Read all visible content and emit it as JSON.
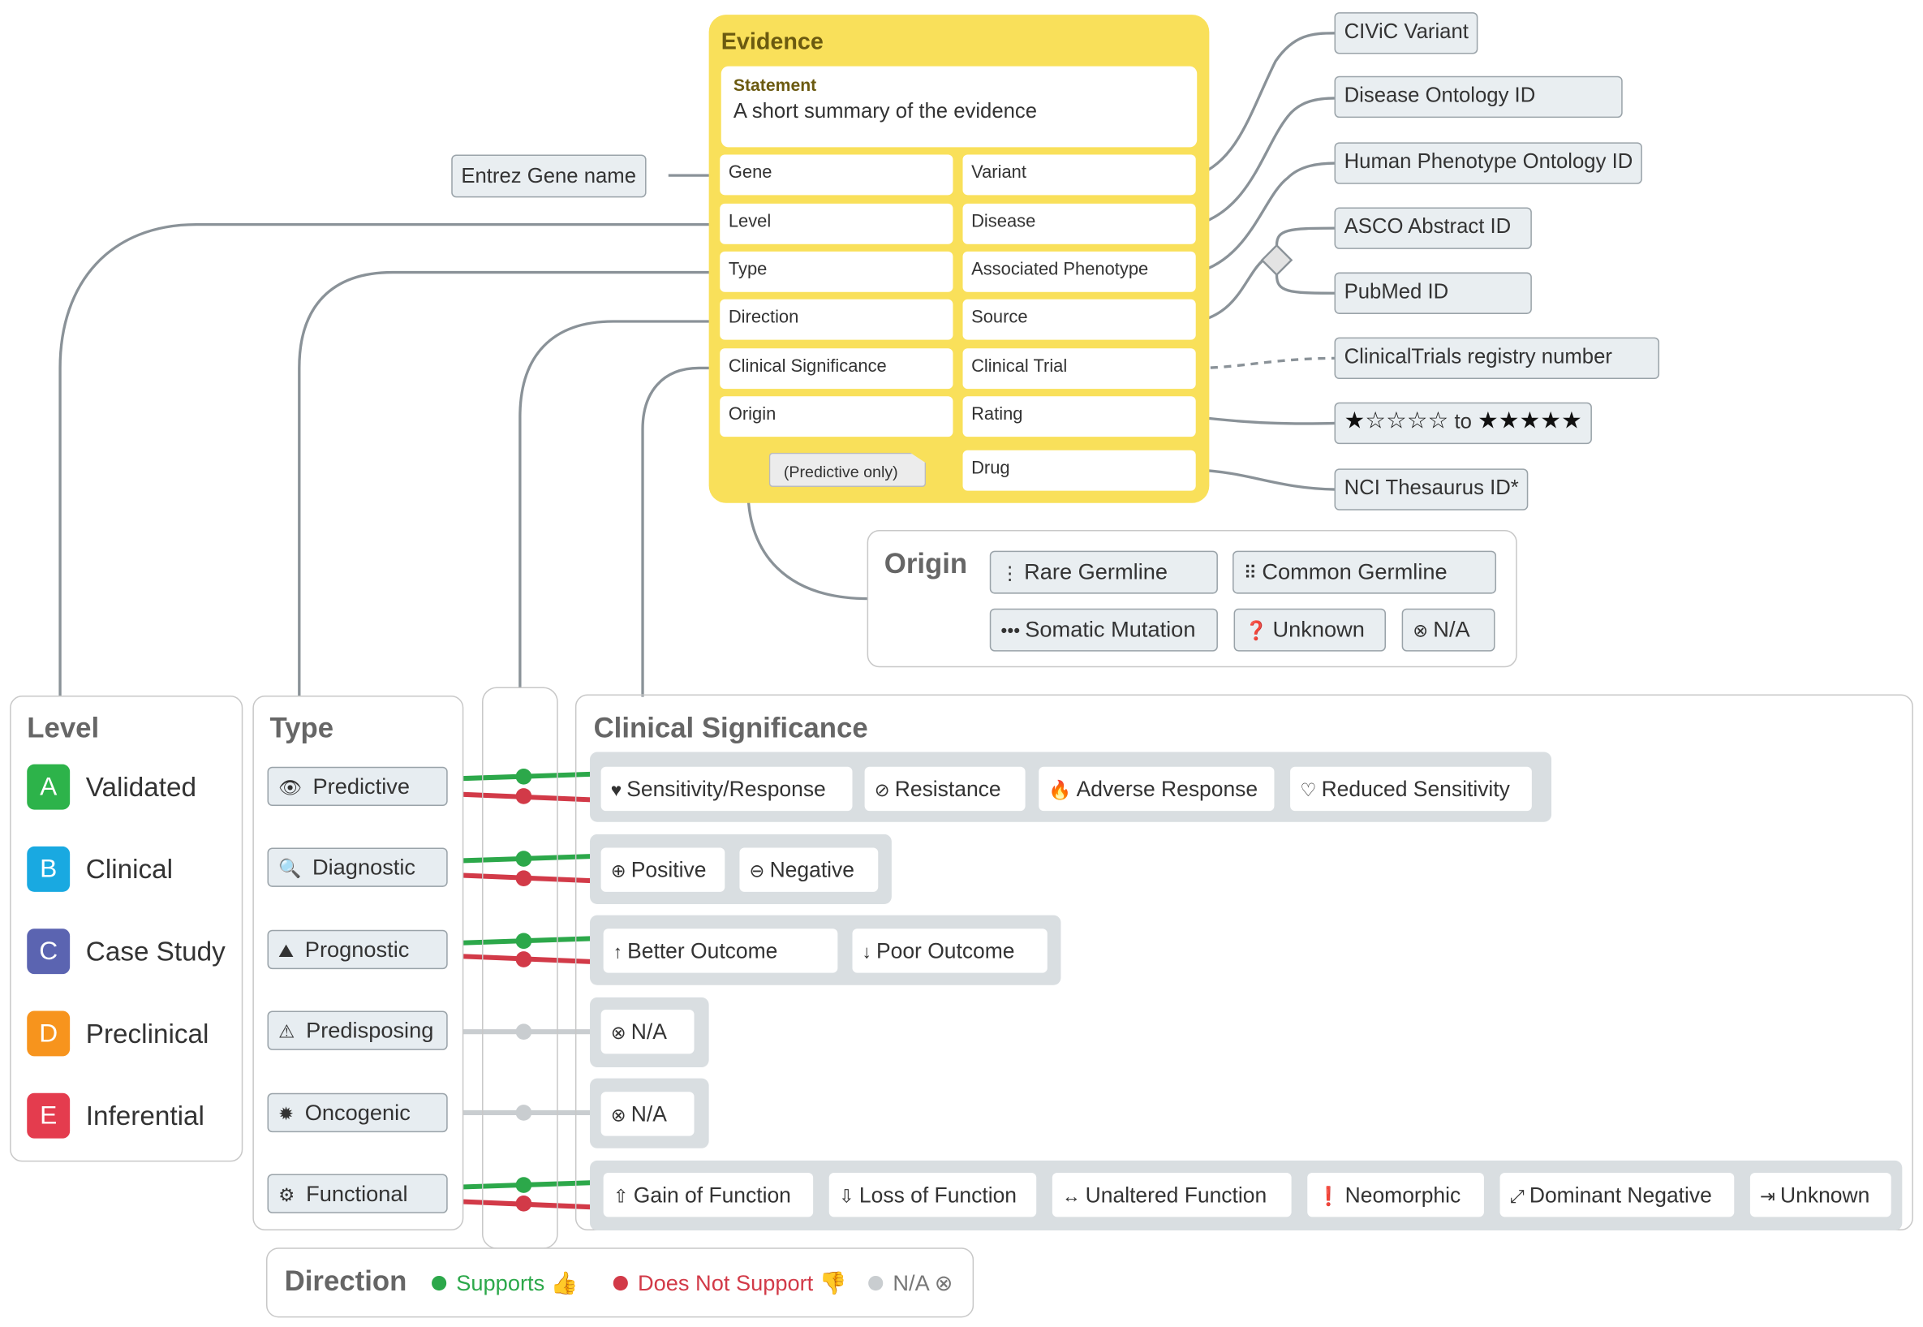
{
  "evidence": {
    "title": "Evidence",
    "statement_label": "Statement",
    "statement_text": "A short summary of the evidence",
    "fields_left": [
      "Gene",
      "Level",
      "Type",
      "Direction",
      "Clinical Significance",
      "Origin"
    ],
    "fields_right": [
      "Variant",
      "Disease",
      "Associated Phenotype",
      "Source",
      "Clinical Trial",
      "Rating",
      "Drug"
    ],
    "predictive_only": "(Predictive only)"
  },
  "external": {
    "entrez": "Entrez Gene name",
    "civic_variant": "CIViC Variant",
    "disease_ontology": "Disease Ontology ID",
    "hpo": "Human Phenotype Ontology ID",
    "asco": "ASCO Abstract ID",
    "pubmed": "PubMed ID",
    "clinical_trials": "ClinicalTrials registry number",
    "rating_from": "★☆☆☆☆",
    "rating_to_word": "to",
    "rating_to": "★★★★★",
    "nci": "NCI Thesaurus ID*"
  },
  "origin": {
    "title": "Origin",
    "items": [
      "Rare Germline",
      "Common Germline",
      "Somatic Mutation",
      "Unknown",
      "N/A"
    ]
  },
  "level": {
    "title": "Level",
    "items": [
      {
        "badge": "A",
        "label": "Validated",
        "color": "#2db34a"
      },
      {
        "badge": "B",
        "label": "Clinical",
        "color": "#19a9e1"
      },
      {
        "badge": "C",
        "label": "Case Study",
        "color": "#5b64b1"
      },
      {
        "badge": "D",
        "label": "Preclinical",
        "color": "#f7941d"
      },
      {
        "badge": "E",
        "label": "Inferential",
        "color": "#e43c4e"
      }
    ]
  },
  "type": {
    "title": "Type",
    "items": [
      "Predictive",
      "Diagnostic",
      "Prognostic",
      "Predisposing",
      "Oncogenic",
      "Functional"
    ]
  },
  "clinical_significance": {
    "title": "Clinical Significance",
    "predictive": [
      "Sensitivity/Response",
      "Resistance",
      "Adverse Response",
      "Reduced Sensitivity"
    ],
    "diagnostic": [
      "Positive",
      "Negative"
    ],
    "prognostic": [
      "Better Outcome",
      "Poor Outcome"
    ],
    "predisposing": [
      "N/A"
    ],
    "oncogenic": [
      "N/A"
    ],
    "functional": [
      "Gain of Function",
      "Loss of Function",
      "Unaltered Function",
      "Neomorphic",
      "Dominant Negative",
      "Unknown"
    ]
  },
  "direction": {
    "title": "Direction",
    "supports": "Supports",
    "does_not_support": "Does Not Support",
    "na": "N/A"
  },
  "colors": {
    "evidence": "#f9e05a",
    "supports": "#2ca84a",
    "does_not_support": "#d23a48",
    "na": "#c9cdd0",
    "wire": "#8a9298"
  }
}
